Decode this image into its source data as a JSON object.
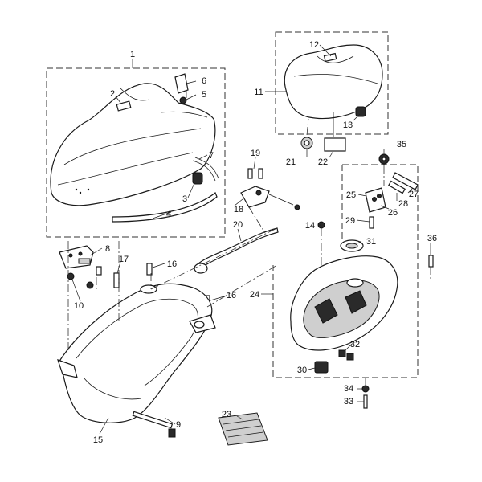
{
  "diagram": {
    "callouts": [
      {
        "id": "1",
        "label": "1"
      },
      {
        "id": "2",
        "label": "2"
      },
      {
        "id": "3",
        "label": "3"
      },
      {
        "id": "4",
        "label": "4"
      },
      {
        "id": "5",
        "label": "5"
      },
      {
        "id": "6",
        "label": "6"
      },
      {
        "id": "7",
        "label": "7"
      },
      {
        "id": "8",
        "label": "8"
      },
      {
        "id": "9",
        "label": "9"
      },
      {
        "id": "10",
        "label": "10"
      },
      {
        "id": "11",
        "label": "11"
      },
      {
        "id": "12",
        "label": "12"
      },
      {
        "id": "13",
        "label": "13"
      },
      {
        "id": "14",
        "label": "14"
      },
      {
        "id": "15",
        "label": "15"
      },
      {
        "id": "16a",
        "label": "16"
      },
      {
        "id": "16b",
        "label": "16"
      },
      {
        "id": "17",
        "label": "17"
      },
      {
        "id": "18",
        "label": "18"
      },
      {
        "id": "19",
        "label": "19"
      },
      {
        "id": "20",
        "label": "20"
      },
      {
        "id": "21",
        "label": "21"
      },
      {
        "id": "22",
        "label": "22"
      },
      {
        "id": "23",
        "label": "23"
      },
      {
        "id": "24",
        "label": "24"
      },
      {
        "id": "25",
        "label": "25"
      },
      {
        "id": "26",
        "label": "26"
      },
      {
        "id": "27",
        "label": "27"
      },
      {
        "id": "28",
        "label": "28"
      },
      {
        "id": "29",
        "label": "29"
      },
      {
        "id": "30",
        "label": "30"
      },
      {
        "id": "31",
        "label": "31"
      },
      {
        "id": "32",
        "label": "32"
      },
      {
        "id": "33",
        "label": "33"
      },
      {
        "id": "34",
        "label": "34"
      },
      {
        "id": "35",
        "label": "35"
      },
      {
        "id": "36",
        "label": "36"
      }
    ]
  }
}
